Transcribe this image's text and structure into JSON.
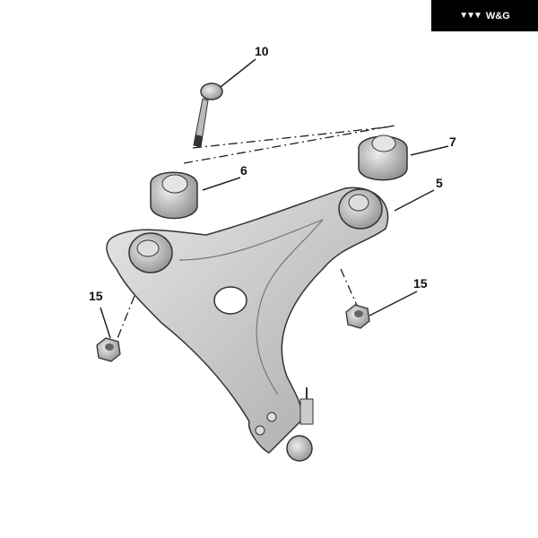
{
  "logo": {
    "mark": "▼▼▼",
    "text": "W&G"
  },
  "callouts": [
    {
      "id": "bolt",
      "number": "10"
    },
    {
      "id": "rear-bush-top",
      "number": "7"
    },
    {
      "id": "front-bush-top",
      "number": "6"
    },
    {
      "id": "rear-bush",
      "number": "5"
    },
    {
      "id": "nut-right",
      "number": "15"
    },
    {
      "id": "nut-left",
      "number": "15"
    }
  ]
}
